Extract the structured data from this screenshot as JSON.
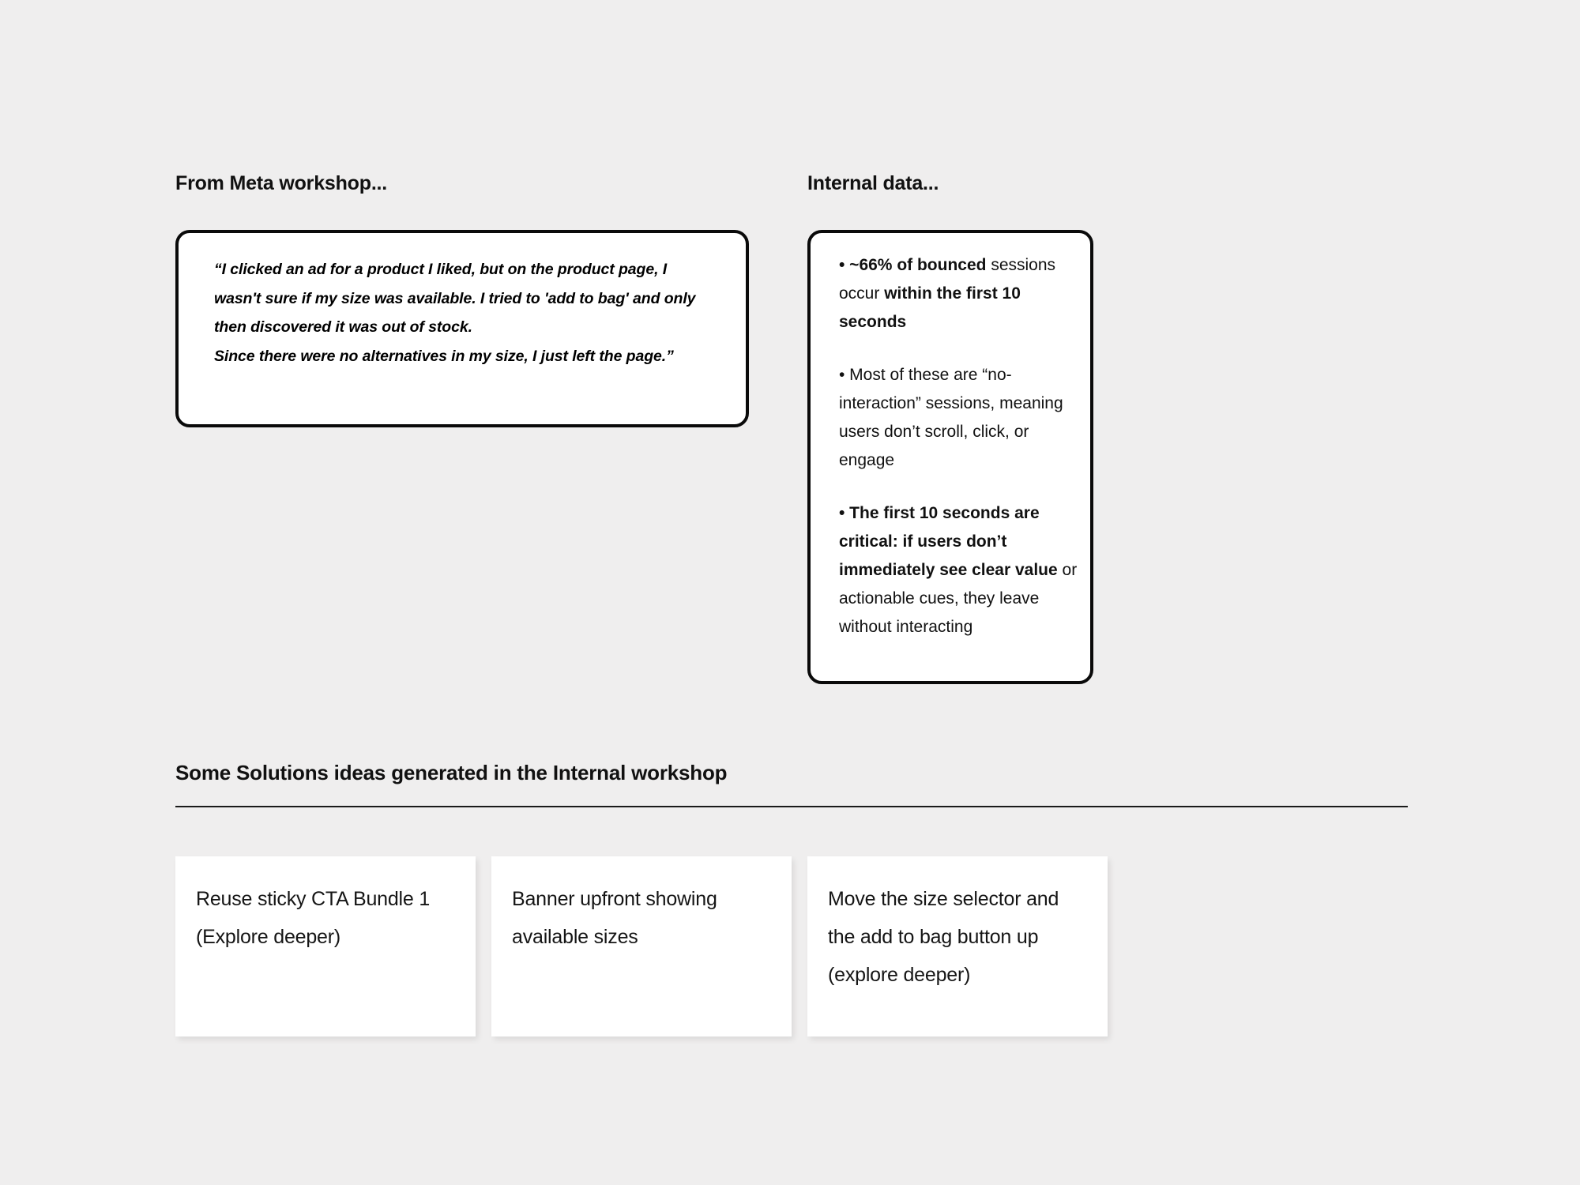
{
  "background_color": "#efeeee",
  "meta_section": {
    "title": "From Meta workshop...",
    "quote": "“I clicked an ad for a product I liked, but on the product page, I wasn't sure if my size was available. I tried to 'add to bag' and only then discovered it was out of stock.\nSince there were no alternatives in my size, I just left the page.”"
  },
  "internal_data_section": {
    "title": "Internal data...",
    "bullets": [
      {
        "parts": [
          {
            "text": "• ~66% of bounced ",
            "bold": true
          },
          {
            "text": "sessions occur ",
            "bold": false
          },
          {
            "text": "within the first 10 seconds",
            "bold": true
          }
        ]
      },
      {
        "parts": [
          {
            "text": "• Most of these are “no-interaction” sessions, meaning users don’t scroll, click, or engage",
            "bold": false
          }
        ]
      },
      {
        "parts": [
          {
            "text": "• The first 10 seconds are critical: if users don’t immediately see clear value ",
            "bold": true
          },
          {
            "text": "or actionable cues, they leave without interacting",
            "bold": false
          }
        ]
      }
    ]
  },
  "solutions_section": {
    "title": "Some Solutions ideas generated in the Internal workshop",
    "cards": [
      {
        "text": "Reuse sticky CTA Bundle 1 (Explore deeper)"
      },
      {
        "text": "Banner upfront showing available sizes"
      },
      {
        "text": "Move the size selector and the add to bag button up (explore deeper)"
      }
    ]
  }
}
